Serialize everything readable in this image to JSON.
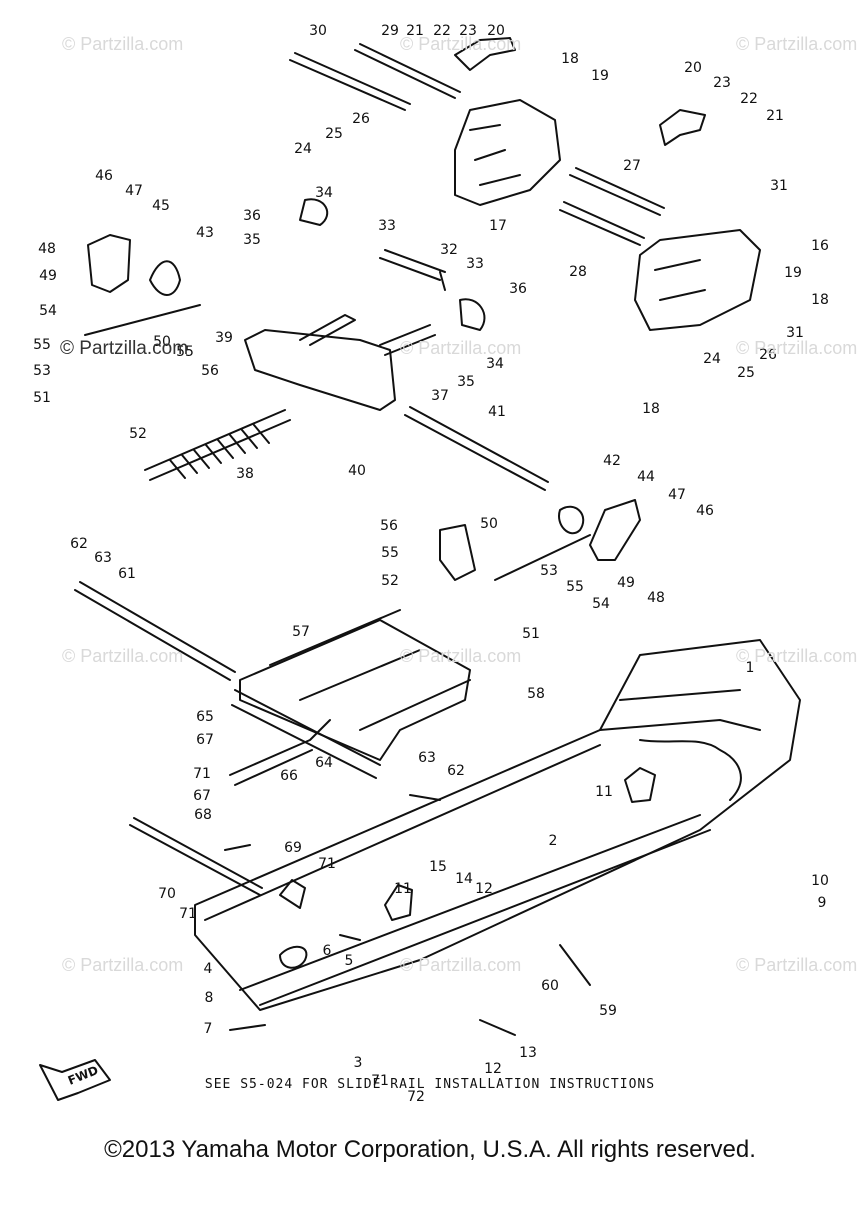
{
  "watermark_text": "© Partzilla.com",
  "fwd_label": "FWD",
  "note_text": "SEE S5-024 FOR SLIDE RAIL INSTALLATION INSTRUCTIONS",
  "copyright_text": "©2013 Yamaha Motor Corporation, U.S.A. All rights reserved.",
  "callouts": [
    "30",
    "29",
    "21",
    "22",
    "23",
    "20",
    "18",
    "19",
    "20",
    "23",
    "22",
    "21",
    "26",
    "25",
    "24",
    "17",
    "27",
    "31",
    "46",
    "47",
    "45",
    "36",
    "34",
    "33",
    "48",
    "49",
    "43",
    "35",
    "32",
    "33",
    "16",
    "19",
    "18",
    "28",
    "36",
    "54",
    "55",
    "53",
    "51",
    "50",
    "55",
    "56",
    "52",
    "39",
    "38",
    "40",
    "37",
    "35",
    "34",
    "24",
    "25",
    "26",
    "31",
    "18",
    "41",
    "42",
    "44",
    "47",
    "46",
    "56",
    "50",
    "55",
    "52",
    "53",
    "55",
    "54",
    "49",
    "48",
    "51",
    "62",
    "63",
    "61",
    "57",
    "58",
    "1",
    "65",
    "67",
    "64",
    "66",
    "71",
    "67",
    "68",
    "63",
    "62",
    "11",
    "69",
    "71",
    "2",
    "15",
    "14",
    "12",
    "11",
    "10",
    "9",
    "70",
    "71",
    "6",
    "5",
    "4",
    "60",
    "59",
    "8",
    "7",
    "3",
    "12",
    "13",
    "71",
    "72"
  ]
}
